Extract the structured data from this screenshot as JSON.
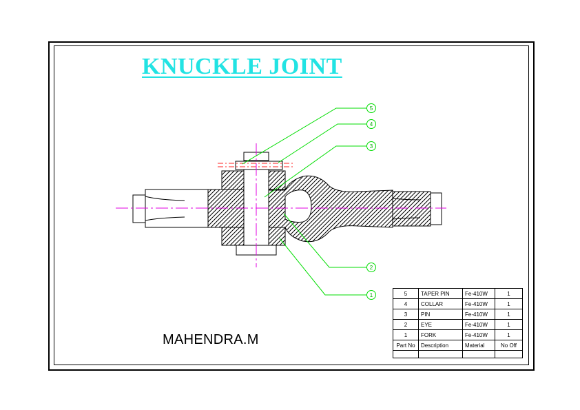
{
  "drawing": {
    "title": "KNUCKLE JOINT",
    "author": "MAHENDRA.M",
    "balloons": [
      {
        "label": "5"
      },
      {
        "label": "4"
      },
      {
        "label": "3"
      },
      {
        "label": "2"
      },
      {
        "label": "1"
      }
    ]
  },
  "parts_list": {
    "headers": {
      "part_no": "Part No",
      "description": "Description",
      "material": "Material",
      "qty": "No  Off"
    },
    "rows": [
      {
        "part_no": "5",
        "description": "TAPER PIN",
        "material": "Fe-410W",
        "qty": "1"
      },
      {
        "part_no": "4",
        "description": "COLLAR",
        "material": "Fe-410W",
        "qty": "1"
      },
      {
        "part_no": "3",
        "description": "PIN",
        "material": "Fe-410W",
        "qty": "1"
      },
      {
        "part_no": "2",
        "description": "EYE",
        "material": "Fe-410W",
        "qty": "1"
      },
      {
        "part_no": "1",
        "description": "FORK",
        "material": "Fe-410W",
        "qty": "1"
      }
    ]
  },
  "colors": {
    "title": "#22e3e3",
    "leader": "#00dd00",
    "centerline": "#e000e0",
    "pin_hole_mark": "#ff2020",
    "outline": "#000000"
  }
}
